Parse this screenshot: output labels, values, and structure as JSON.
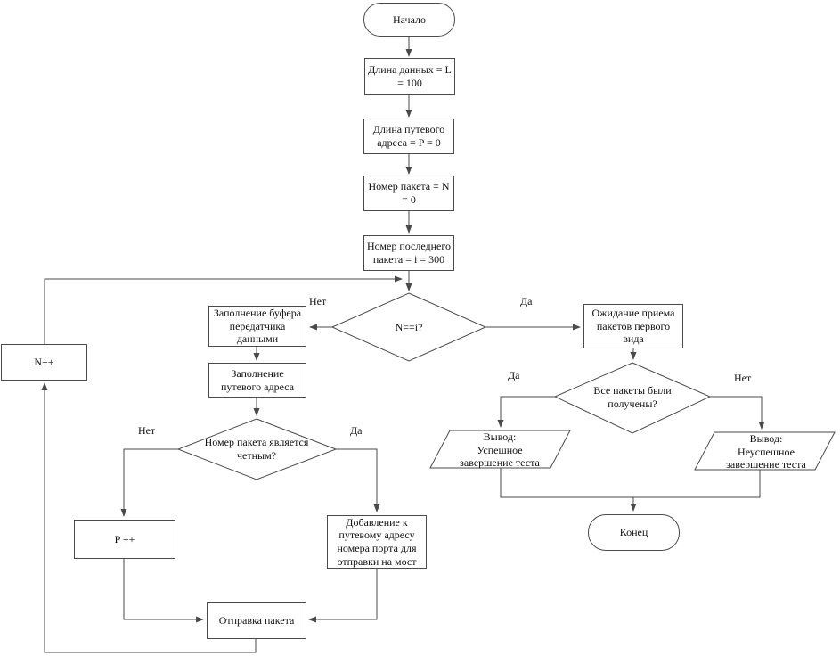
{
  "diagram": {
    "type": "flowchart",
    "language": "ru",
    "colors": {
      "background": "#ffffff",
      "line": "#4a4a4a",
      "text": "#111111",
      "node_fill": "#ffffff"
    },
    "nodes": {
      "start": {
        "shape": "terminal",
        "label": "Начало"
      },
      "data_length": {
        "shape": "process",
        "label": "Длина данных = L\n= 100"
      },
      "path_length": {
        "shape": "process",
        "label": "Длина путевого\nадреса = P = 0"
      },
      "packet_number": {
        "shape": "process",
        "label": "Номер пакета = N\n= 0"
      },
      "last_packet": {
        "shape": "process",
        "label": "Номер последнего\nпакета = i = 300"
      },
      "n_equals_i": {
        "shape": "decision",
        "label": "N==i?"
      },
      "fill_buffer": {
        "shape": "process",
        "label": "Заполнение буфера\nпередатчика\nданными"
      },
      "fill_address": {
        "shape": "process",
        "label": "Заполнение\nпутевого  адреса"
      },
      "is_even": {
        "shape": "decision",
        "label": "Номер пакета является\nчетным?"
      },
      "p_increment": {
        "shape": "process",
        "label": "P ++"
      },
      "add_port": {
        "shape": "process",
        "label": "Добавление к\nпутевому адресу\nномера порта для\nотправки на мост"
      },
      "send_packet": {
        "shape": "process",
        "label": "Отправка пакета"
      },
      "n_increment": {
        "shape": "process",
        "label": "N++"
      },
      "wait_packets": {
        "shape": "process",
        "label": "Ожидание приема\nпакетов первого\nвида"
      },
      "all_received": {
        "shape": "decision",
        "label": "Все пакеты были\nполучены?"
      },
      "output_success": {
        "shape": "io",
        "label": "Вывод:\nУспешное\nзавершение теста"
      },
      "output_failure": {
        "shape": "io",
        "label": "Вывод:\nНеуспешное\nзавершение теста"
      },
      "end": {
        "shape": "terminal",
        "label": "Конец"
      }
    },
    "edge_labels": {
      "n_equals_i_no": "Нет",
      "n_equals_i_yes": "Да",
      "is_even_no": "Нет",
      "is_even_yes": "Да",
      "all_received_yes": "Да",
      "all_received_no": "Нет"
    }
  }
}
